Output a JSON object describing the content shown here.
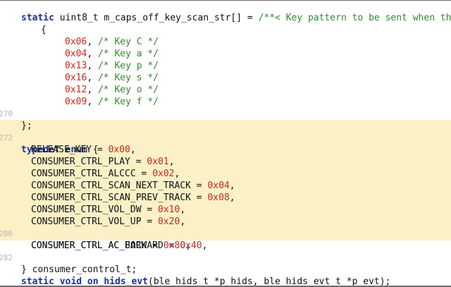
{
  "code": {
    "line_numbers": {
      "l270": "270",
      "l272": "272",
      "l280": "280",
      "l282": "282"
    },
    "header": {
      "kw": "static",
      "type": " uint8_t m_caps_off_key_scan_str[] = ",
      "comment": "/**< Key pattern to be sent when th"
    },
    "open_brace": "{",
    "keys": [
      {
        "value": "0x06",
        "comment": "/* Key C */"
      },
      {
        "value": "0x04",
        "comment": "/* Key a */"
      },
      {
        "value": "0x13",
        "comment": "/* Key p */"
      },
      {
        "value": "0x16",
        "comment": "/* Key s */"
      },
      {
        "value": "0x12",
        "comment": "/* Key o */"
      },
      {
        "value": "0x09",
        "comment": "/* Key f */"
      }
    ],
    "close_array": "};",
    "typedef_kw": "typedef enum",
    "typedef_brace": " {",
    "enum_items": [
      {
        "name": "RELEASE_KEY",
        "value": "0x00"
      },
      {
        "name": "CONSUMER_CTRL_PLAY",
        "value": "0x01"
      },
      {
        "name": "CONSUMER_CTRL_ALCCC",
        "value": "0x02"
      },
      {
        "name": "CONSUMER_CTRL_SCAN_NEXT_TRACK",
        "value": "0x04"
      },
      {
        "name": "CONSUMER_CTRL_SCAN_PREV_TRACK",
        "value": "0x08"
      },
      {
        "name": "CONSUMER_CTRL_VOL_DW",
        "value": "0x10"
      },
      {
        "name": "CONSUMER_CTRL_VOL_UP",
        "value": "0x20"
      },
      {
        "name": "CONSUMER_CTRL_AC_FORWARD",
        "value": "0x40"
      },
      {
        "name": "CONSUMER_CTRL_AC_BACK",
        "value": "0x80"
      }
    ],
    "enum_close": "} consumer_control_t;",
    "func": {
      "kw": "static void",
      "name": " on_hids_evt",
      "params": "(ble_hids_t *p_hids, ble_hids_evt_t *p_evt);"
    }
  },
  "colors": {
    "keyword": "#1d2f9a",
    "number": "#c42a1f",
    "comment": "#2f8a2f",
    "highlight": "#fbf0c6"
  }
}
